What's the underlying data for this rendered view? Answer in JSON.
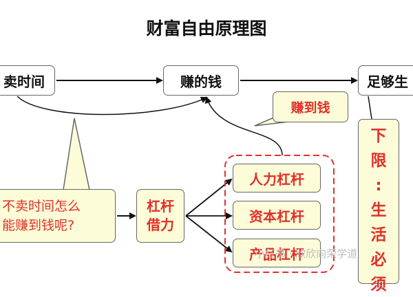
{
  "title": "财富自由原理图",
  "boxes": {
    "sell_time": "卖时间",
    "earned_money": "赚的钱",
    "enough": "足够生",
    "earned_callout": "赚到钱",
    "question": "不卖时间怎么\n能赚到钱呢?",
    "leverage": "杠杆\n借力",
    "human_leverage": "人力杠杆",
    "capital_leverage": "资本杠杆",
    "product_leverage": "产品杠杆",
    "lower_limit": "下\n限\n:\n生\n活\n必\n须"
  },
  "watermark": "小红书 · 欣欣向荣学道",
  "colors": {
    "accent_red": "#e0302a",
    "callout_fill": "#fdfcd8",
    "border_gray": "#666666"
  }
}
